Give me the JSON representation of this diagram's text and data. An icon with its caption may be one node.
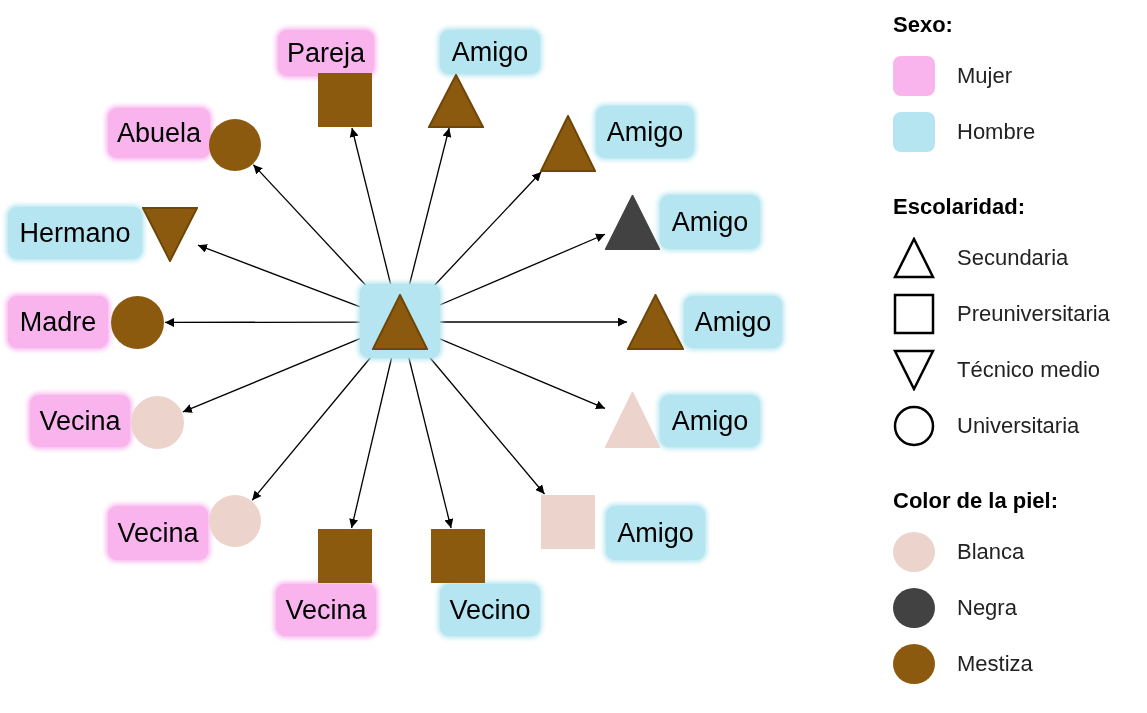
{
  "diagram": {
    "nodes": [
      {
        "text": [],
        "shape": "box"
      },
      {
        "text": [],
        "shape": "triangle",
        "in": 0
      },
      {
        "text": [
          "Pareja"
        ]
      },
      {
        "text": [],
        "shape": "square"
      },
      {
        "text": [
          "Amigo"
        ]
      },
      {
        "text": [],
        "shape": "triangle"
      },
      {
        "text": [
          "Abuela"
        ]
      },
      {
        "text": [],
        "shape": "circle"
      },
      {
        "text": [],
        "shape": "triangle"
      },
      {
        "text": [
          "Amigo"
        ]
      },
      {
        "text": [
          "Hermano"
        ]
      },
      {
        "text": [],
        "shape": "triangle"
      },
      {
        "text": [],
        "shape": "triangle"
      },
      {
        "text": [
          "Amigo"
        ]
      },
      {
        "text": [
          "Madre"
        ]
      },
      {
        "text": [],
        "shape": "circle"
      },
      {
        "text": [],
        "shape": "triangle"
      },
      {
        "text": [
          "Amigo"
        ]
      },
      {
        "text": [
          "Vecina"
        ]
      },
      {
        "text": [],
        "shape": "circle"
      },
      {
        "text": [],
        "shape": "triangle"
      },
      {
        "text": [
          "Amigo"
        ]
      },
      {
        "text": [
          "Vecina"
        ]
      },
      {
        "text": [],
        "shape": "circle"
      },
      {
        "text": [],
        "shape": "square"
      },
      {
        "text": [
          "Amigo"
        ]
      },
      {
        "text": [],
        "shape": "square"
      },
      {
        "text": [],
        "shape": "square"
      },
      {
        "text": [
          "Vecina"
        ]
      },
      {
        "text": [
          "Vecino"
        ]
      }
    ],
    "edges": [
      {
        "from": 1,
        "to": 3,
        "arrow": "to"
      },
      {
        "from": 1,
        "to": 5,
        "arrow": "to"
      },
      {
        "from": 1,
        "to": 7,
        "arrow": "to"
      },
      {
        "from": 1,
        "to": 8,
        "arrow": "to"
      },
      {
        "from": 1,
        "to": 11,
        "arrow": "to"
      },
      {
        "from": 1,
        "to": 12,
        "arrow": "to"
      },
      {
        "from": 1,
        "to": 15,
        "arrow": "to"
      },
      {
        "from": 1,
        "to": 16,
        "arrow": "to"
      },
      {
        "from": 1,
        "to": 19,
        "arrow": "to"
      },
      {
        "from": 1,
        "to": 20,
        "arrow": "to"
      },
      {
        "from": 1,
        "to": 23,
        "arrow": "to"
      },
      {
        "from": 1,
        "to": 24,
        "arrow": "to"
      },
      {
        "from": 1,
        "to": 26,
        "arrow": "to"
      },
      {
        "from": 1,
        "to": 27,
        "arrow": "to"
      }
    ],
    "labels": [
      "Sexo:",
      "Escolaridad:",
      "Color de la piel:"
    ],
    "legend": [
      {
        "text": "Mujer",
        "color": "#f9b4ee"
      },
      {
        "text": "Hombre",
        "color": "#b5e5f0"
      },
      {
        "text": "Secundaria"
      },
      {
        "text": "Preuniversitaria"
      },
      {
        "text": "Técnico medio"
      },
      {
        "text": "Universitaria"
      },
      {
        "text": "Blanca",
        "color": "#ecd3cc"
      },
      {
        "text": "Negra",
        "color": "#424242"
      },
      {
        "text": "Mestiza",
        "color": "#8b5a0f"
      }
    ]
  }
}
